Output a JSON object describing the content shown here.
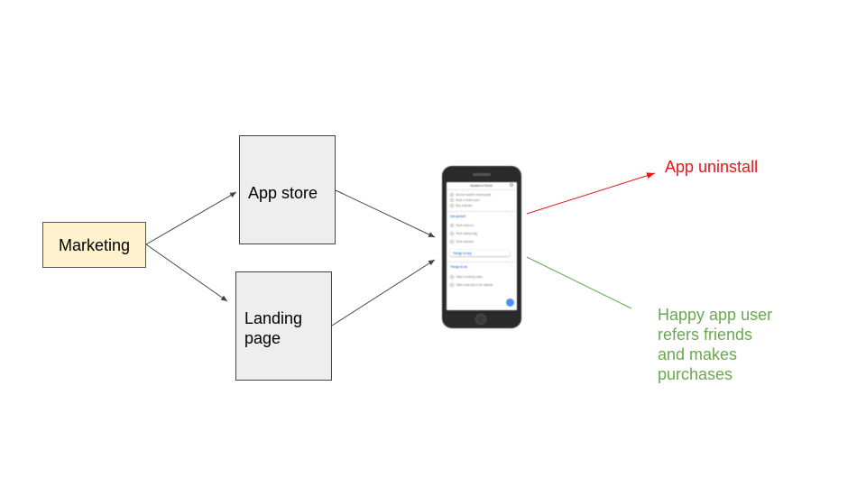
{
  "nodes": {
    "marketing": "Marketing",
    "app_store": "App store",
    "landing_page_line1": "Landing",
    "landing_page_line2": "page"
  },
  "outcomes": {
    "uninstall": "App uninstall",
    "happy_line1": "Happy app user",
    "happy_line2": "refers friends",
    "happy_line3": "and makes",
    "happy_line4": "purchases"
  },
  "phone_screen": {
    "title": "Vacation in Rome",
    "items_top": [
      "Borrow Sarah's travel guide",
      "Book a hotel room",
      "Buy suitcase"
    ],
    "section_1": "Get packed",
    "items_packed": [
      "Pack carry-on",
      "Pack toiletry bag",
      "Pack suitcase"
    ],
    "popup": "Things to buy",
    "section_2": "Things to do",
    "items_todo": [
      "Take a cooking class",
      "Take a day trip to the Vatican"
    ]
  },
  "colors": {
    "marketing_fill": "#fff2cc",
    "box_fill": "#eeeeee",
    "uninstall": "#e8161b",
    "happy": "#6aa84f",
    "arrow": "#444444",
    "screen_accent": "#3b78e7"
  },
  "icons": [
    "phone-mockup",
    "arrow"
  ]
}
